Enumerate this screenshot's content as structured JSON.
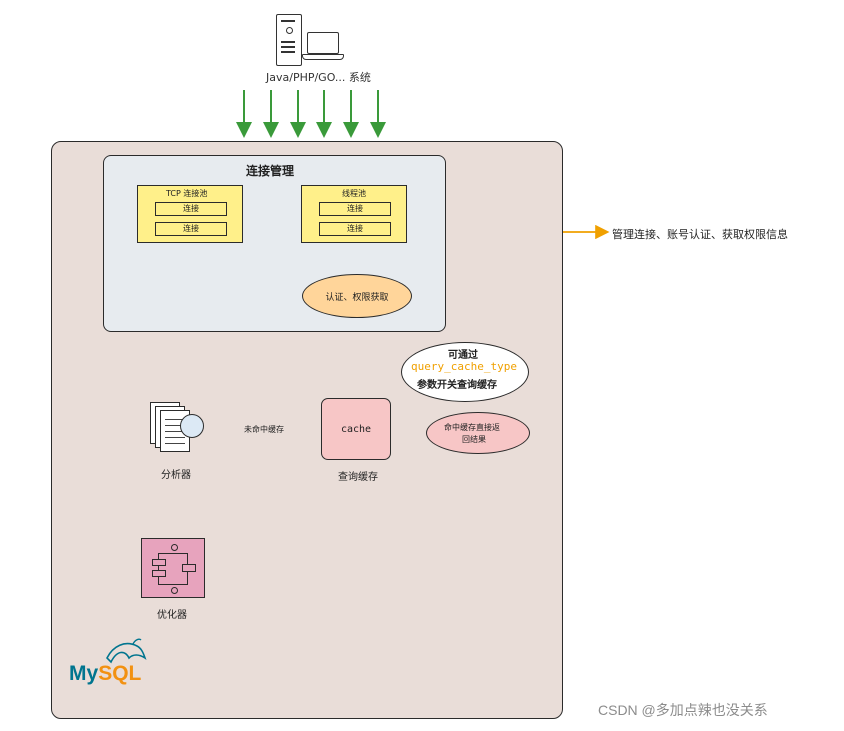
{
  "clients": {
    "label": "Java/PHP/GO... 系统"
  },
  "connection_management": {
    "title": "连接管理",
    "tcp_pool": {
      "title": "TCP 连接池",
      "items": [
        "连接",
        "连接"
      ]
    },
    "thread_pool": {
      "title": "线程池",
      "items": [
        "连接",
        "连接"
      ]
    },
    "auth": "认证、权限获取"
  },
  "right_note": "管理连接、账号认证、获取权限信息",
  "query_cache": {
    "box_label": "cache",
    "caption": "查询缓存",
    "bubble_line1": "可通过",
    "bubble_param": "query_cache_type",
    "bubble_line3": "参数开关查询缓存",
    "hit_line1": "命中缓存直接返",
    "hit_line2": "回结果",
    "miss_label": "未命中缓存"
  },
  "analyzer": {
    "label": "分析器"
  },
  "optimizer": {
    "label": "优化器"
  },
  "logo": {
    "my": "My",
    "sql": "SQL"
  },
  "watermark": "CSDN @多加点辣也没关系",
  "colors": {
    "mysql_bg": "#e9ddd8",
    "conn_bg": "#e7ebef",
    "pool_yellow": "#fff08a",
    "auth_orange": "#ffd59a",
    "cache_pink": "#f7c6c6",
    "optimizer_pink": "#e7a3bd",
    "arrow_green": "#3a9a3a",
    "arrow_orange": "#f0a000",
    "param_orange": "#f0a000"
  }
}
